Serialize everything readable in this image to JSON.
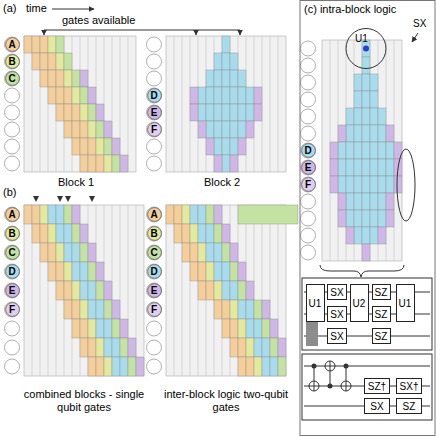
{
  "diagram": {
    "nodes": [
      {
        "text": [
          "A"
        ]
      },
      {
        "text": [
          "B"
        ]
      },
      {
        "text": [
          "C"
        ]
      },
      {
        "text": [
          "D"
        ]
      },
      {
        "text": [
          "E"
        ]
      },
      {
        "text": [
          "F"
        ]
      },
      {
        "text": [
          "A"
        ]
      },
      {
        "text": [
          "B"
        ]
      },
      {
        "text": [
          "C"
        ]
      },
      {
        "text": [
          "D"
        ]
      },
      {
        "text": [
          "E"
        ]
      },
      {
        "text": [
          "F"
        ]
      },
      {
        "text": [
          "A"
        ]
      },
      {
        "text": [
          "B"
        ]
      },
      {
        "text": [
          "C"
        ]
      },
      {
        "text": [
          "D"
        ]
      },
      {
        "text": [
          "E"
        ]
      },
      {
        "text": [
          "F"
        ]
      },
      {
        "text": [
          "D"
        ]
      },
      {
        "text": [
          "E"
        ]
      },
      {
        "text": [
          "F"
        ]
      },
      {
        "text": [
          "U1"
        ]
      },
      {
        "text": [
          "SX"
        ]
      },
      {
        "text": [
          "SX"
        ]
      },
      {
        "text": [
          "SX"
        ]
      },
      {
        "text": [
          "U2"
        ]
      },
      {
        "text": [
          "SZ"
        ]
      },
      {
        "text": [
          "SZ"
        ]
      },
      {
        "text": [
          "SZ"
        ]
      },
      {
        "text": [
          "U1"
        ]
      },
      {
        "text": [
          "SZ†"
        ]
      },
      {
        "text": [
          "SX†"
        ]
      },
      {
        "text": [
          "SX"
        ]
      },
      {
        "text": [
          "SZ"
        ]
      }
    ],
    "labels": [
      "(a)",
      "time",
      "gates available",
      "Block 1",
      "Block 2",
      "(b)",
      "combined blocks - single qubit gates",
      "inter-block logic two-qubit gates",
      "(c) intra-block logic",
      "U1",
      "SX"
    ]
  }
}
